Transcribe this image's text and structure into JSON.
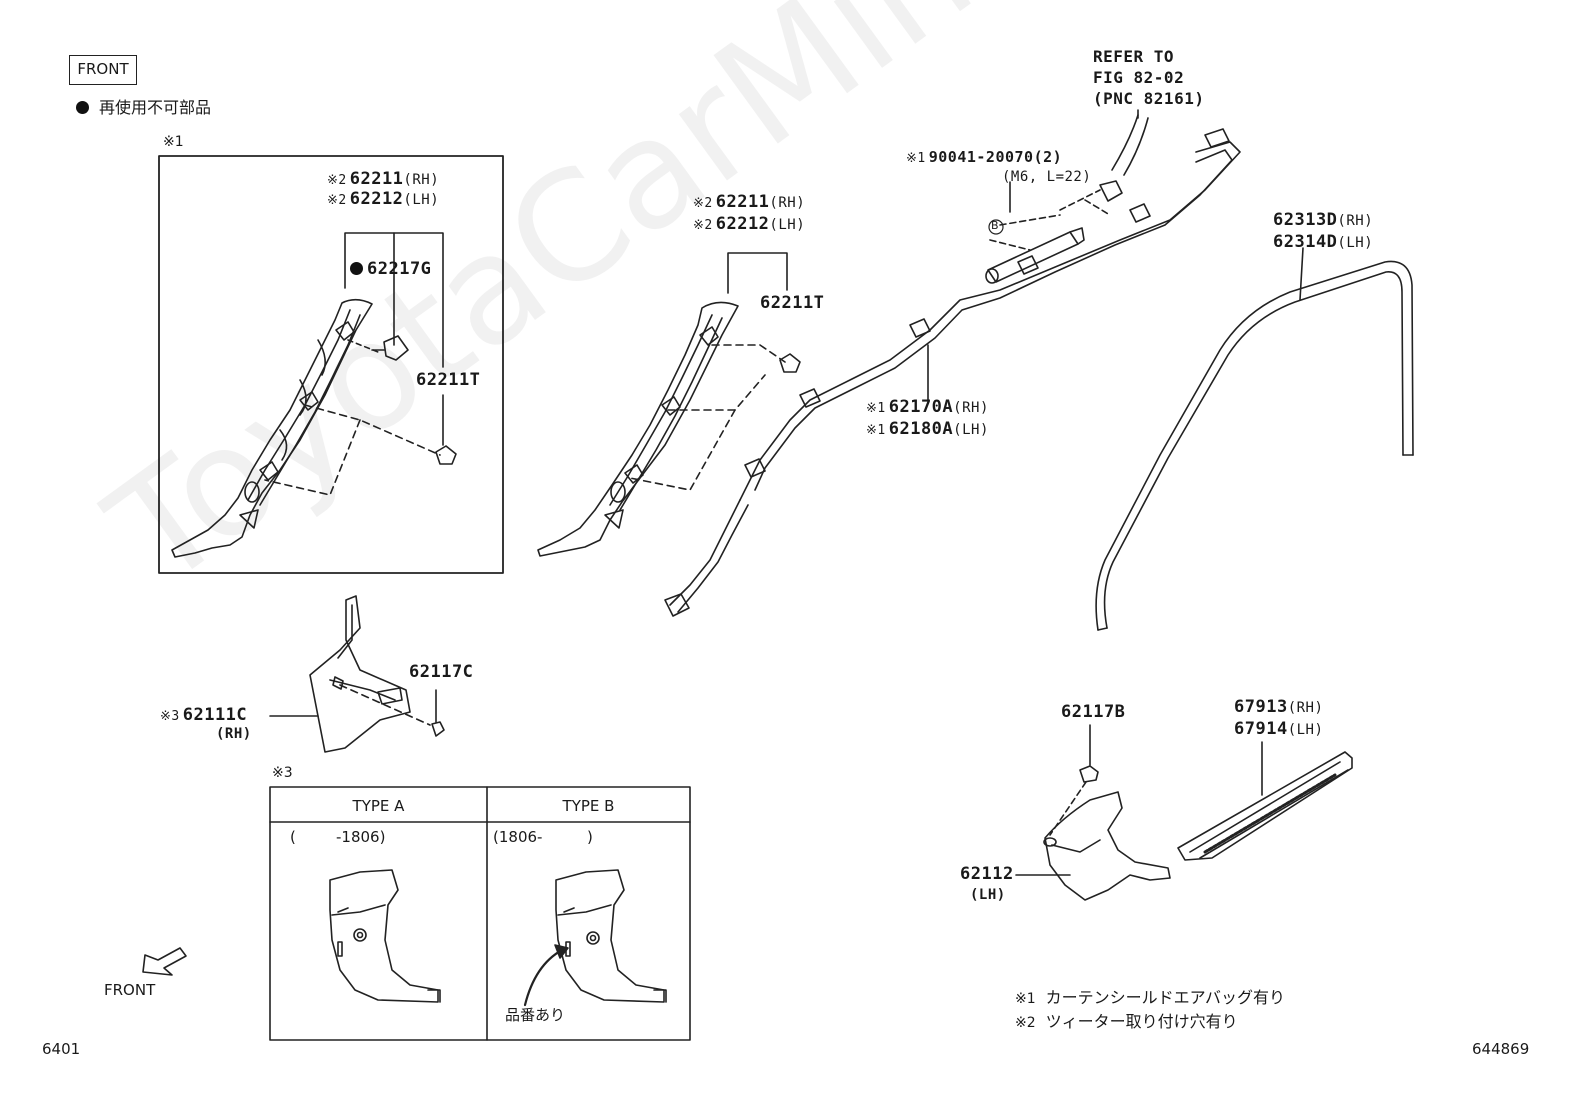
{
  "header": {
    "front_box": "FRONT",
    "legend_bullet": "再使用不可部品"
  },
  "inset1": {
    "mark": "※1",
    "label_62211_rh": "62211",
    "label_62211_rh_suffix": "(RH)",
    "label_62212_lh": "62212",
    "label_62212_lh_suffix": "(LH)",
    "note_mark": "※2",
    "label_62217g": "62217G",
    "label_62211t": "62211T"
  },
  "center_pillar": {
    "note_mark": "※2",
    "label_62211": "62211",
    "suffix_rh": "(RH)",
    "label_62212": "62212",
    "suffix_lh": "(LH)",
    "label_62211t": "62211T"
  },
  "airbag": {
    "refer_line1": "REFER TO",
    "refer_line2": "FIG 82-02",
    "refer_line3": "(PNC 82161)",
    "bolt_mark": "※1",
    "bolt_label": "90041-20070(2)",
    "bolt_spec": "(M6, L=22)",
    "bolt_ref": "B",
    "note_mark": "※1",
    "label_62170a": "62170A",
    "suffix_rh": "(RH)",
    "label_62180a": "62180A",
    "suffix_lh": "(LH)"
  },
  "weatherstrip": {
    "label_62313d": "62313D",
    "suffix_rh": "(RH)",
    "label_62314d": "62314D",
    "suffix_lh": "(LH)"
  },
  "cowl_side": {
    "mark": "※3",
    "label_62111c": "62111C",
    "suffix_rh": "(RH)",
    "label_62117c": "62117C"
  },
  "type_table": {
    "mark": "※3",
    "type_a": "TYPE A",
    "type_b": "TYPE B",
    "range_a_open": "(",
    "range_a_value": "-1806)",
    "range_b_value": "(1806-",
    "range_b_close": ")",
    "part_number_note": "品番あり"
  },
  "front_arrow": {
    "label": "FRONT"
  },
  "rear_lower": {
    "label_62117b": "62117B",
    "label_67913": "67913",
    "suffix_rh": "(RH)",
    "label_67914": "67914",
    "suffix_lh": "(LH)",
    "label_62112": "62112",
    "suffix_lh2": "(LH)"
  },
  "notes": {
    "note1_mark": "※1",
    "note1_text": "カーテンシールドエアバッグ有り",
    "note2_mark": "※2",
    "note2_text": "ツィーター取り付け穴有り"
  },
  "footer": {
    "page_left": "6401",
    "page_right": "644869"
  },
  "watermark": "ToyotaCarMine.ru"
}
